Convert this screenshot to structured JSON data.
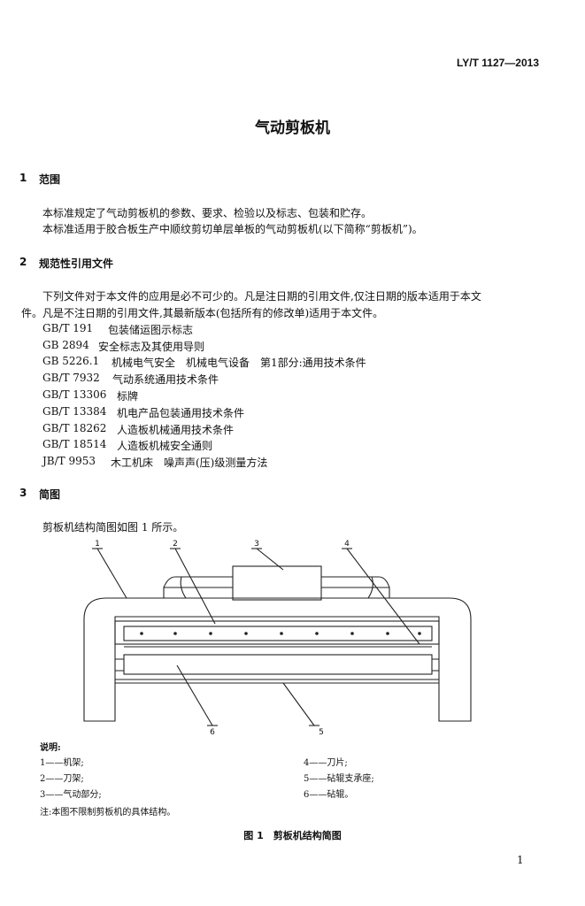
{
  "header": {
    "standard_number": "LY/T 1127—2013"
  },
  "doc_title": "气动剪板机",
  "sections": [
    {
      "number": "1",
      "title": "范围",
      "paragraphs": [
        "本标准规定了气动剪板机的参数、要求、检验以及标志、包装和贮存。",
        "本标准适用于胶合板生产中顺纹剪切单层单板的气动剪板机(以下简称“剪板机”)。"
      ]
    },
    {
      "number": "2",
      "title": "规范性引用文件",
      "paragraphs": [
        "下列文件对于本文件的应用是必不可少的。凡是注日期的引用文件,仅注日期的版本适用于本文",
        "件。凡是不注日期的引用文件,其最新版本(包括所有的修改单)适用于本文件。"
      ],
      "references": [
        {
          "code": "GB/T 191",
          "title": "包装储运图示标志"
        },
        {
          "code": "GB 2894",
          "title": "安全标志及其使用导则"
        },
        {
          "code": "GB 5226.1",
          "title": "机械电气安全　机械电气设备　第1部分:通用技术条件"
        },
        {
          "code": "GB/T 7932",
          "title": "气动系统通用技术条件"
        },
        {
          "code": "GB/T 13306",
          "title": "标牌"
        },
        {
          "code": "GB/T 13384",
          "title": "机电产品包装通用技术条件"
        },
        {
          "code": "GB/T 18262",
          "title": "人造板机械通用技术条件"
        },
        {
          "code": "GB/T 18514",
          "title": "人造板机械安全通则"
        },
        {
          "code": "JB/T 9953",
          "title": "木工机床　噪声声(压)级测量方法"
        }
      ]
    },
    {
      "number": "3",
      "title": "简图",
      "paragraphs": [
        "剪板机结构简图如图 1 所示。"
      ]
    }
  ],
  "figure": {
    "callouts": [
      "1",
      "2",
      "3",
      "4",
      "5",
      "6"
    ],
    "legend_heading": "说明:",
    "legend_left": [
      "1——机架;",
      "2——刀架;",
      "3——气动部分;"
    ],
    "legend_right": [
      "4——刀片;",
      "5——砧辊支承座;",
      "6——砧辊。"
    ],
    "note": "注:本图不限制剪板机的具体结构。",
    "caption": "图 1　剪板机结构简图"
  },
  "page_number": "1"
}
